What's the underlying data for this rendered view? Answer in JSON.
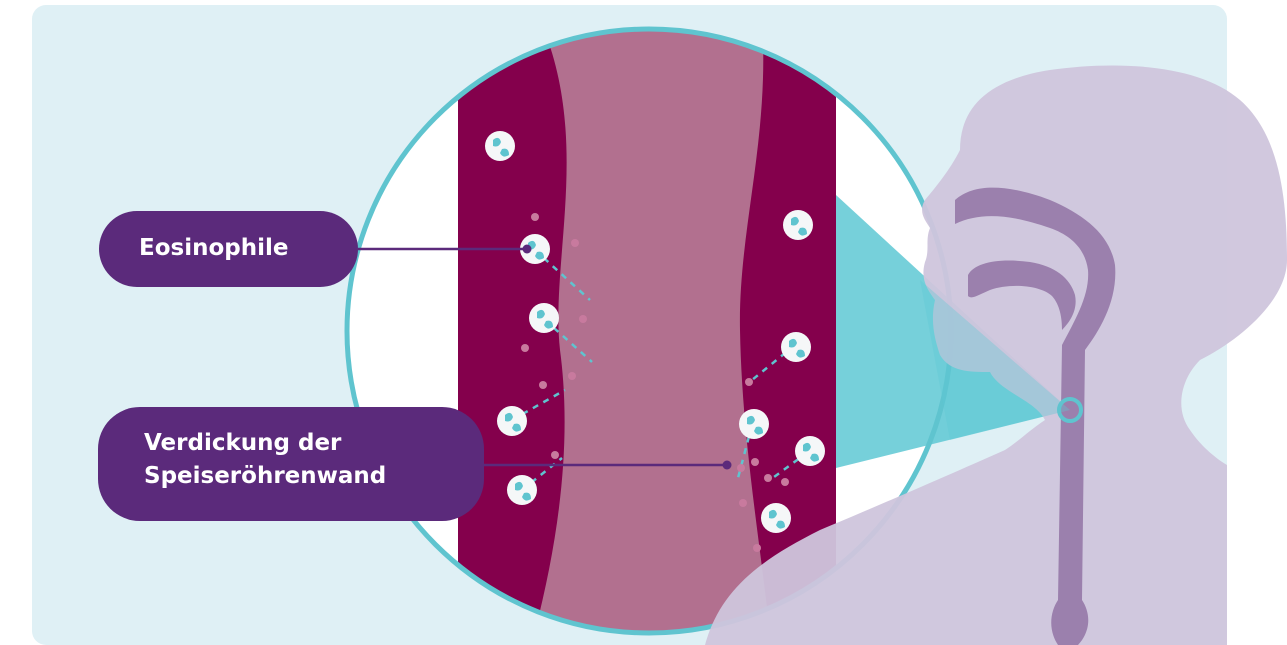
{
  "labels": {
    "eosinophils": "Eosinophile",
    "wall_line1": "Verdickung der",
    "wall_line2": "Speiseröhrenwand"
  },
  "colors": {
    "background_panel": "#dff0f5",
    "esophagus_wall": "#84004c",
    "esophagus_lumen": "#b2708f",
    "circle_border": "#5fc4cf",
    "zoom_beam": "#5ec8d4",
    "body_silhouette": "#cfc5dc",
    "airway": "#9b80ad",
    "label_background": "#5b2a7b",
    "cell_nucleus": "#5fc4cf"
  },
  "icons": [
    "eosinophil-cell-icon",
    "magnifier-ring-icon"
  ]
}
